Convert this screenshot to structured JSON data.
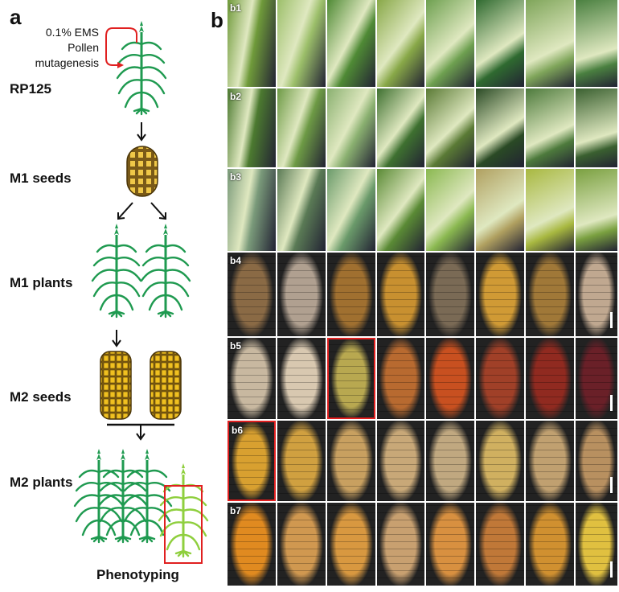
{
  "panel_a": {
    "label": "a",
    "treatment": [
      "0.1% EMS",
      "Pollen",
      "mutagenesis"
    ],
    "stages": [
      "RP125",
      "M1 seeds",
      "M1 plants",
      "M2 seeds",
      "M2 plants"
    ],
    "footer": "Phenotyping",
    "plant_color": "#1f9a50",
    "selected_plant_color": "#8fcf3e",
    "highlight_color": "#e02020"
  },
  "panel_b": {
    "label": "b",
    "rows": [
      {
        "label": "b1",
        "colors": [
          "#6f9a3a",
          "#9cbf6a",
          "#4f8a35",
          "#88a848",
          "#6ea050",
          "#2f6a30",
          "#7fa55a",
          "#4a8040"
        ]
      },
      {
        "label": "b2",
        "colors": [
          "#4c7a30",
          "#6d9a45",
          "#8ab070",
          "#3e7030",
          "#5a7a35",
          "#2a4a25",
          "#4d7a3c",
          "#3a6030"
        ]
      },
      {
        "label": "b3",
        "colors": [
          "#7a9a7a",
          "#5a7a55",
          "#6a9a6a",
          "#5a8a35",
          "#8ab850",
          "#b0a060",
          "#a8b840",
          "#7aa040"
        ]
      },
      {
        "label": "b4",
        "colors": [
          "#8a6a45",
          "#b0a090",
          "#a07030",
          "#c89030",
          "#7a6a55",
          "#d09a35",
          "#a07838",
          "#c0a890"
        ]
      },
      {
        "label": "b5",
        "colors": [
          "#c8b8a0",
          "#d8c8b0",
          "#b8a850",
          "#b86a30",
          "#c85020",
          "#a04028",
          "#902a20",
          "#6a2028"
        ],
        "selected": 2
      },
      {
        "label": "b6",
        "colors": [
          "#d8a030",
          "#d0a040",
          "#c8a060",
          "#c8a878",
          "#c0a880",
          "#d0b060",
          "#c0a070",
          "#b89060"
        ],
        "selected": 0
      },
      {
        "label": "b7",
        "colors": [
          "#e08a20",
          "#d09850",
          "#d89840",
          "#c8a070",
          "#d89040",
          "#c07838",
          "#d09030",
          "#e0c040"
        ]
      }
    ]
  }
}
